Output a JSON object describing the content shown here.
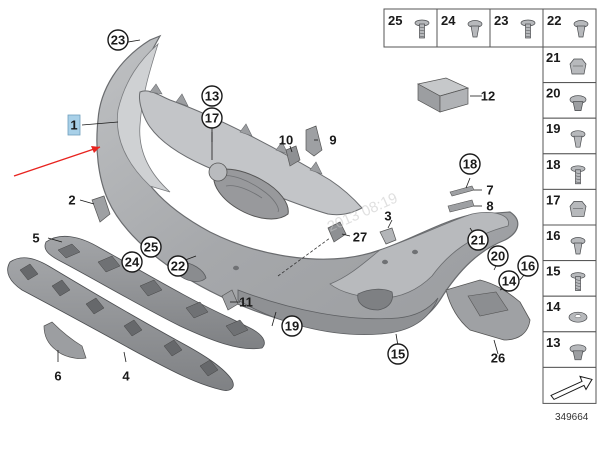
{
  "diagram": {
    "main_callouts": [
      {
        "id": "p1",
        "label": "1",
        "style": "box"
      },
      {
        "id": "p2",
        "label": "2",
        "style": "plain"
      },
      {
        "id": "p3",
        "label": "3",
        "style": "plain"
      },
      {
        "id": "p4",
        "label": "4",
        "style": "plain"
      },
      {
        "id": "p5",
        "label": "5",
        "style": "plain"
      },
      {
        "id": "p6",
        "label": "6",
        "style": "plain"
      },
      {
        "id": "p7",
        "label": "7",
        "style": "plain"
      },
      {
        "id": "p8",
        "label": "8",
        "style": "plain"
      },
      {
        "id": "p9",
        "label": "9",
        "style": "plain"
      },
      {
        "id": "p10",
        "label": "10",
        "style": "plain"
      },
      {
        "id": "p11",
        "label": "11",
        "style": "plain"
      },
      {
        "id": "p12",
        "label": "12",
        "style": "plain"
      },
      {
        "id": "p13",
        "label": "13",
        "style": "circle"
      },
      {
        "id": "p13b",
        "label": "13",
        "style": "circle"
      },
      {
        "id": "p15",
        "label": "15",
        "style": "circle"
      },
      {
        "id": "p14",
        "label": "14",
        "style": "circle"
      },
      {
        "id": "p16",
        "label": "16",
        "style": "circle"
      },
      {
        "id": "p17",
        "label": "17",
        "style": "circle"
      },
      {
        "id": "p18",
        "label": "18",
        "style": "circle"
      },
      {
        "id": "p19",
        "label": "19",
        "style": "circle"
      },
      {
        "id": "p20",
        "label": "20",
        "style": "circle"
      },
      {
        "id": "p21",
        "label": "21",
        "style": "circle"
      },
      {
        "id": "p22",
        "label": "22",
        "style": "circle"
      },
      {
        "id": "p23",
        "label": "23",
        "style": "circle"
      },
      {
        "id": "p24",
        "label": "24",
        "style": "circle"
      },
      {
        "id": "p25",
        "label": "25",
        "style": "circle"
      },
      {
        "id": "p26",
        "label": "26",
        "style": "plain"
      },
      {
        "id": "p27",
        "label": "27",
        "style": "plain"
      }
    ],
    "fastener_top_row": [
      "25",
      "24",
      "23",
      "22"
    ],
    "fastener_column": [
      "21",
      "20",
      "19",
      "18",
      "17",
      "16",
      "15",
      "14",
      "13"
    ],
    "reference_number": "349664",
    "watermark": "2013 08:19"
  },
  "colors": {
    "part_fill": "#a9abae",
    "part_dark": "#8b8d90",
    "part_light": "#c9cbcd",
    "outline": "#555555",
    "arrow": "#e8231f"
  }
}
